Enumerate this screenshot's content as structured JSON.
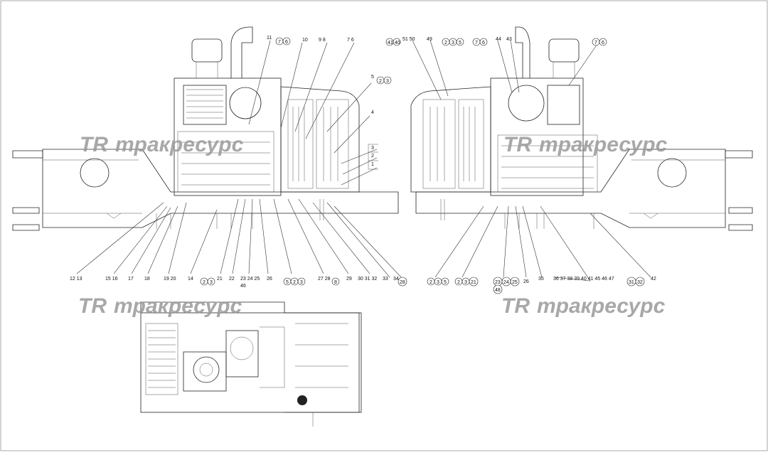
{
  "watermark": {
    "logo": "TR",
    "text": "тракресурс"
  },
  "callouts_left": [
    {
      "id": "lt1",
      "text": "11"
    },
    {
      "id": "lt2",
      "text": "10"
    },
    {
      "id": "lt3",
      "text": "9  8"
    },
    {
      "id": "lt4",
      "text": "7  6"
    },
    {
      "id": "lt5",
      "text": "5"
    },
    {
      "id": "lt6",
      "text": "4"
    },
    {
      "id": "lt7",
      "text": "3"
    },
    {
      "id": "lt8",
      "text": "2"
    },
    {
      "id": "lt9",
      "text": "1"
    },
    {
      "id": "lb1",
      "text": "12 13"
    },
    {
      "id": "lb2",
      "text": "15  16"
    },
    {
      "id": "lb3",
      "text": "17"
    },
    {
      "id": "lb4",
      "text": "18"
    },
    {
      "id": "lb5",
      "text": "19 20"
    },
    {
      "id": "lb6",
      "text": "14"
    },
    {
      "id": "lb7",
      "text": "21"
    },
    {
      "id": "lb8",
      "text": "22"
    },
    {
      "id": "lb9",
      "text": "23 24 25"
    },
    {
      "id": "lb10",
      "text": "46"
    },
    {
      "id": "lb11",
      "text": "26"
    },
    {
      "id": "lb12",
      "text": "27 28"
    },
    {
      "id": "lb13",
      "text": "29"
    },
    {
      "id": "lb14",
      "text": "30 31 32"
    },
    {
      "id": "lb15",
      "text": "33"
    },
    {
      "id": "lb16",
      "text": "34"
    }
  ],
  "callouts_right": [
    {
      "id": "rt1",
      "text": "51 50"
    },
    {
      "id": "rt2",
      "text": "49"
    },
    {
      "id": "rt3",
      "text": "44"
    },
    {
      "id": "rt4",
      "text": "43"
    },
    {
      "id": "rb1",
      "text": "26"
    },
    {
      "id": "rb2",
      "text": "35"
    },
    {
      "id": "rb3",
      "text": "36 37 38 39 40 41  45  46  47"
    },
    {
      "id": "rb4",
      "text": "42"
    }
  ],
  "circled_left": [
    {
      "id": "cl1",
      "text": "7"
    },
    {
      "id": "cl2",
      "text": "6"
    },
    {
      "id": "cl3",
      "text": "2"
    },
    {
      "id": "cl4",
      "text": "3"
    },
    {
      "id": "cl5",
      "text": "2"
    },
    {
      "id": "cl6",
      "text": "3"
    },
    {
      "id": "cl7",
      "text": "5"
    },
    {
      "id": "cl8",
      "text": "2"
    },
    {
      "id": "cl9",
      "text": "3"
    },
    {
      "id": "cl10",
      "text": "8"
    },
    {
      "id": "cl11",
      "text": "28"
    }
  ],
  "circled_right": [
    {
      "id": "cr1",
      "text": "41"
    },
    {
      "id": "cr2",
      "text": "40"
    },
    {
      "id": "cr3",
      "text": "2"
    },
    {
      "id": "cr4",
      "text": "3"
    },
    {
      "id": "cr5",
      "text": "5"
    },
    {
      "id": "cr6",
      "text": "7"
    },
    {
      "id": "cr7",
      "text": "6"
    },
    {
      "id": "cr8",
      "text": "7"
    },
    {
      "id": "cr9",
      "text": "6"
    },
    {
      "id": "cr10",
      "text": "2"
    },
    {
      "id": "cr11",
      "text": "3"
    },
    {
      "id": "cr12",
      "text": "5"
    },
    {
      "id": "cr13",
      "text": "2"
    },
    {
      "id": "cr14",
      "text": "3"
    },
    {
      "id": "cr15",
      "text": "21"
    },
    {
      "id": "cr16",
      "text": "23"
    },
    {
      "id": "cr17",
      "text": "48"
    },
    {
      "id": "cr18",
      "text": "24"
    },
    {
      "id": "cr19",
      "text": "25"
    },
    {
      "id": "cr20",
      "text": "31"
    },
    {
      "id": "cr21",
      "text": "32"
    }
  ]
}
